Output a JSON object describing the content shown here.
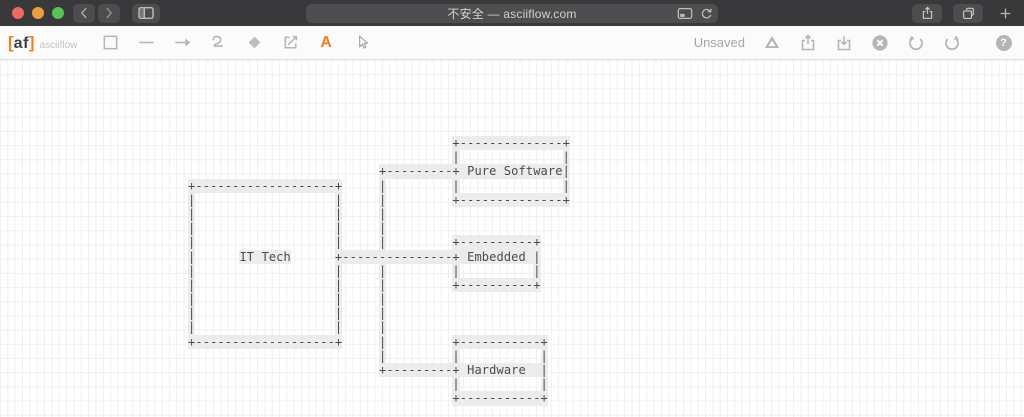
{
  "titlebar": {
    "address": "不安全 — asciiflow.com",
    "bg": "#39393b",
    "traffic_lights": {
      "close": "#ed6a5e",
      "minimize": "#e9a13e",
      "zoom": "#57c353"
    },
    "icons": [
      "back-icon",
      "forward-icon",
      "sidebar-icon",
      "page-settings-icon",
      "reload-icon",
      "share-icon",
      "tabs-icon",
      "new-tab-icon"
    ]
  },
  "toolbar": {
    "logo": {
      "bracket_left": "[",
      "text": "af",
      "bracket_right": "]",
      "subtitle": "asciiflow"
    },
    "tools": [
      {
        "name": "box-tool",
        "icon": "square-icon",
        "selected": false
      },
      {
        "name": "line-tool",
        "icon": "horizontal-line-icon",
        "selected": false
      },
      {
        "name": "arrow-tool",
        "icon": "right-arrow-icon",
        "selected": false
      },
      {
        "name": "freeform-tool",
        "icon": "squiggle-icon",
        "selected": false
      },
      {
        "name": "erase-tool",
        "icon": "diamond-eraser-icon",
        "selected": false
      },
      {
        "name": "select-tool",
        "icon": "box-diagonal-arrow-icon",
        "selected": false
      },
      {
        "name": "text-tool",
        "icon": "letter-a-icon",
        "selected": true
      },
      {
        "name": "pointer-tool",
        "icon": "cursor-icon",
        "selected": false
      }
    ],
    "text_tool_glyph": "A",
    "status": "Unsaved",
    "actions": [
      "google-drive-icon",
      "export-icon",
      "import-icon",
      "clear-icon",
      "undo-icon",
      "redo-icon",
      "help-icon"
    ],
    "help_glyph": "?",
    "accent": "#f0811f"
  },
  "canvas": {
    "grid_color": "#efefef",
    "ink_color": "#4b4b4b",
    "halo_color": "#ececec",
    "ascii_rows": [
      "                                    +--------------+",
      "                                    |              |",
      "                          +---------+ Pure Software|",
      "+-------------------+     |         |              |",
      "|                   |     |         +--------------+",
      "|                   |     |",
      "|                   |     |",
      "|                   |     |         +----------+",
      "|      IT Tech      +---------------+ Embedded |",
      "|                   |     |         |          |",
      "|                   |     |         +----------+",
      "|                   |     |",
      "|                   |     |",
      "|                   |     |",
      "+-------------------+     |         +-----------+",
      "                          |         |           |",
      "                          +---------+ Hardware  |",
      "                                    |           |",
      "                                    +-----------+"
    ]
  },
  "diagram": {
    "node_labels": [
      "IT Tech",
      "Pure Software",
      "Embedded",
      "Hardware"
    ],
    "edges": [
      [
        "IT Tech",
        "Pure Software"
      ],
      [
        "IT Tech",
        "Embedded"
      ],
      [
        "IT Tech",
        "Hardware"
      ]
    ]
  }
}
